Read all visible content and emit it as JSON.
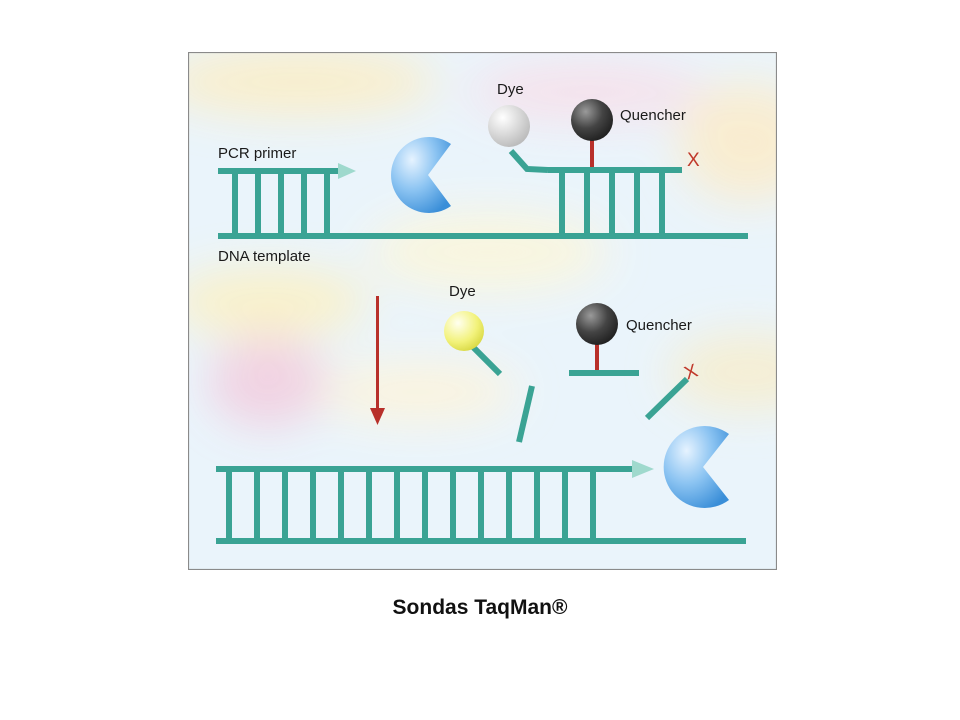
{
  "diagram": {
    "labels": {
      "pcr_primer": "PCR primer",
      "dna_template": "DNA template",
      "dye_top": "Dye",
      "quencher_top": "Quencher",
      "dye_bottom": "Dye",
      "quencher_bottom": "Quencher",
      "x_top": "X",
      "x_bottom": "X"
    },
    "colors": {
      "strand": "#3aa394",
      "strand_light": "#8fd6c8",
      "arrow": "#b8302a",
      "polymerase": "#5aa6e6",
      "dye_top": "#e6e6e6",
      "dye_bottom": "#eeee55",
      "quencher": "#3a3a3a",
      "border": "#8a8a8a"
    },
    "icons": [
      "polymerase-icon",
      "dye-icon",
      "quencher-icon",
      "cleavage-x-icon",
      "arrow-down-icon"
    ]
  },
  "caption": "Sondas TaqMan®"
}
